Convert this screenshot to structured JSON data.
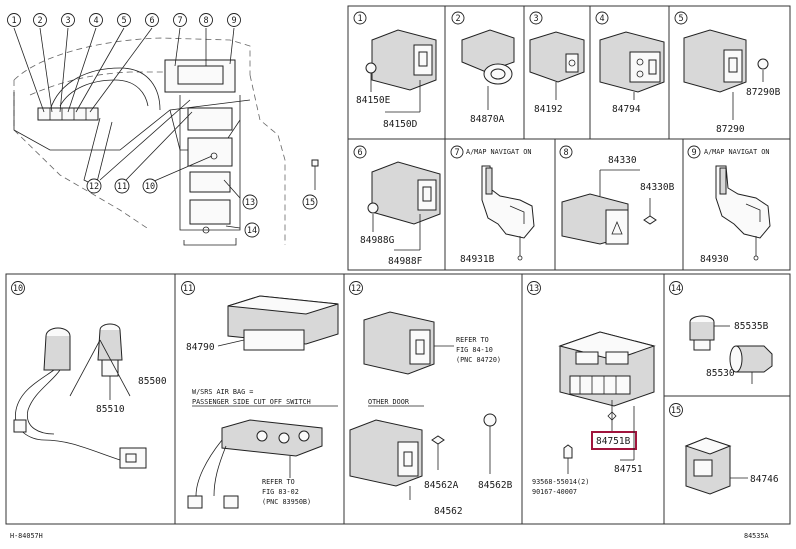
{
  "callouts": {
    "top": [
      "1",
      "2",
      "3",
      "4",
      "5",
      "6",
      "7",
      "8",
      "9"
    ],
    "bottom": [
      "12",
      "11",
      "10",
      "13",
      "14",
      "15"
    ]
  },
  "panels": {
    "p1": {
      "id": "1",
      "parts": [
        "84150E",
        "84150D"
      ]
    },
    "p2": {
      "id": "2",
      "parts": [
        "84870A"
      ]
    },
    "p3": {
      "id": "3",
      "parts": [
        "84192"
      ]
    },
    "p4": {
      "id": "4",
      "parts": [
        "84794"
      ]
    },
    "p5": {
      "id": "5",
      "parts": [
        "87290B",
        "87290"
      ]
    },
    "p6": {
      "id": "6",
      "parts": [
        "84988G",
        "84988F"
      ]
    },
    "p7": {
      "id": "7",
      "note": "A/MAP NAVIGAT ON",
      "parts": [
        "84931B"
      ]
    },
    "p8": {
      "id": "8",
      "parts": [
        "84330",
        "84330B"
      ]
    },
    "p9": {
      "id": "9",
      "note": "A/MAP NAVIGAT ON",
      "parts": [
        "84930"
      ]
    },
    "p10": {
      "id": "10",
      "parts": [
        "85500",
        "85510"
      ]
    },
    "p11": {
      "id": "11",
      "parts": [
        "84790"
      ],
      "note1": "W/SRS AIR BAG =",
      "note2": "PASSENGER SIDE CUT OFF SWITCH",
      "refer": [
        "REFER TO",
        "FIG 83-02",
        "(PNC 83950B)"
      ]
    },
    "p12": {
      "id": "12",
      "refer": [
        "REFER TO",
        "FIG 84-10",
        "(PNC 84720)"
      ],
      "note": "OTHER DOOR",
      "parts": [
        "84562A",
        "84562B",
        "84562"
      ]
    },
    "p13": {
      "id": "13",
      "parts": [
        "84751B",
        "84751"
      ],
      "screws": [
        "93568-55014(2)",
        "90167-40007"
      ]
    },
    "p14": {
      "id": "14",
      "parts": [
        "85535B",
        "85530"
      ]
    },
    "p15": {
      "id": "15",
      "parts": [
        "84746"
      ]
    }
  },
  "footer": {
    "left": "H-84057H",
    "right": "84535A"
  },
  "colors": {
    "highlight": "#a0143c",
    "line": "#222222"
  }
}
